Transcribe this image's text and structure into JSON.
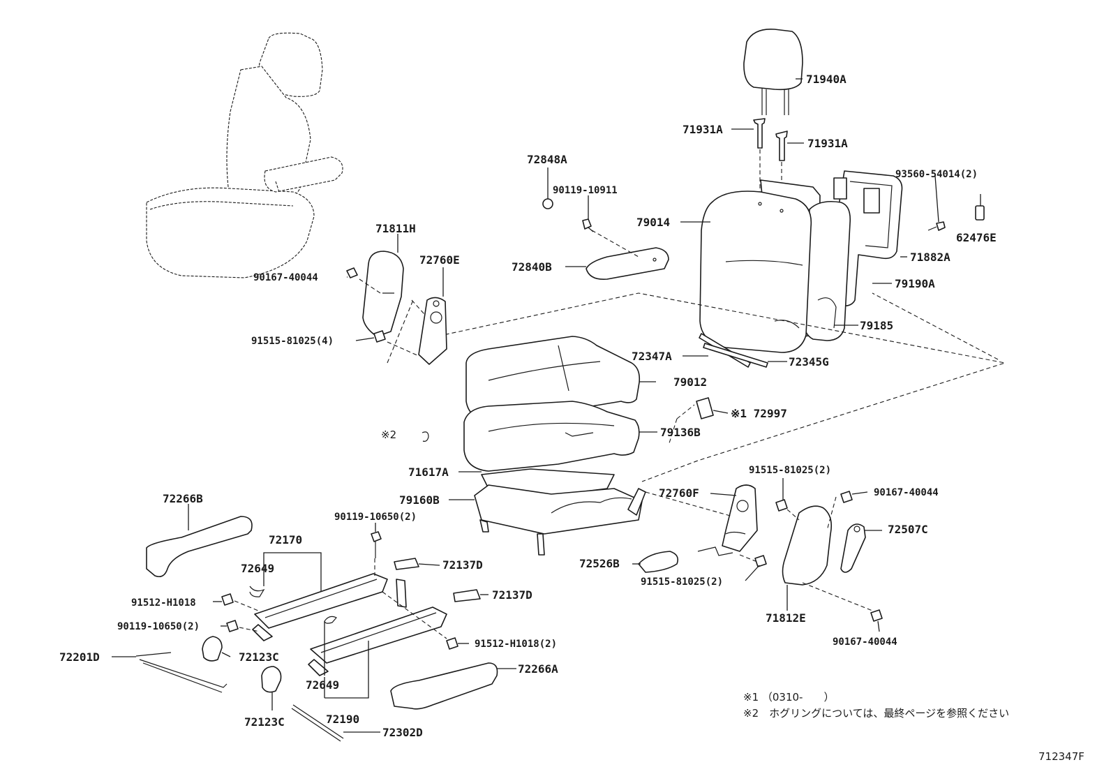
{
  "parts": [
    {
      "id": "71940A",
      "label": "71940A"
    },
    {
      "id": "71931A-left",
      "label": "71931A"
    },
    {
      "id": "71931A-right",
      "label": "71931A"
    },
    {
      "id": "93560-54014",
      "label": "93560-54014(2)"
    },
    {
      "id": "62476E",
      "label": "62476E"
    },
    {
      "id": "79014",
      "label": "79014"
    },
    {
      "id": "71882A",
      "label": "71882A"
    },
    {
      "id": "79190A",
      "label": "79190A"
    },
    {
      "id": "79185",
      "label": "79185"
    },
    {
      "id": "72848A",
      "label": "72848A"
    },
    {
      "id": "90119-10911",
      "label": "90119-10911"
    },
    {
      "id": "72840B",
      "label": "72840B"
    },
    {
      "id": "71811H",
      "label": "71811H"
    },
    {
      "id": "72760E",
      "label": "72760E"
    },
    {
      "id": "90167-40044-a",
      "label": "90167-40044"
    },
    {
      "id": "91515-81025-4",
      "label": "91515-81025(4)"
    },
    {
      "id": "72347A",
      "label": "72347A"
    },
    {
      "id": "72345G",
      "label": "72345G"
    },
    {
      "id": "79012",
      "label": "79012"
    },
    {
      "id": "72997",
      "label": "※1 72997"
    },
    {
      "id": "hogring",
      "label": "※2"
    },
    {
      "id": "79136B",
      "label": "79136B"
    },
    {
      "id": "71617A",
      "label": "71617A"
    },
    {
      "id": "79160B",
      "label": "79160B"
    },
    {
      "id": "91515-81025-2a",
      "label": "91515-81025(2)"
    },
    {
      "id": "90167-40044-b",
      "label": "90167-40044"
    },
    {
      "id": "72760F",
      "label": "72760F"
    },
    {
      "id": "72507C",
      "label": "72507C"
    },
    {
      "id": "72526B",
      "label": "72526B"
    },
    {
      "id": "91515-81025-2b",
      "label": "91515-81025(2)"
    },
    {
      "id": "71812E",
      "label": "71812E"
    },
    {
      "id": "90167-40044-c",
      "label": "90167-40044"
    },
    {
      "id": "72266B",
      "label": "72266B"
    },
    {
      "id": "72170",
      "label": "72170"
    },
    {
      "id": "90119-10650-2a",
      "label": "90119-10650(2)"
    },
    {
      "id": "72649-top",
      "label": "72649"
    },
    {
      "id": "72137D-a",
      "label": "72137D"
    },
    {
      "id": "72137D-b",
      "label": "72137D"
    },
    {
      "id": "91512-H1018",
      "label": "91512-H1018"
    },
    {
      "id": "90119-10650-2b",
      "label": "90119-10650(2)"
    },
    {
      "id": "91512-H1018-2",
      "label": "91512-H1018(2)"
    },
    {
      "id": "72201D",
      "label": "72201D"
    },
    {
      "id": "72123C-a",
      "label": "72123C"
    },
    {
      "id": "72649-bottom",
      "label": "72649"
    },
    {
      "id": "72266A",
      "label": "72266A"
    },
    {
      "id": "72123C-b",
      "label": "72123C"
    },
    {
      "id": "72190",
      "label": "72190"
    },
    {
      "id": "72302D",
      "label": "72302D"
    }
  ],
  "notes": [
    "※1 （0310-　　）",
    "※2　ホグリングについては、最終ページを参照ください"
  ],
  "diagram_code": "712347F"
}
